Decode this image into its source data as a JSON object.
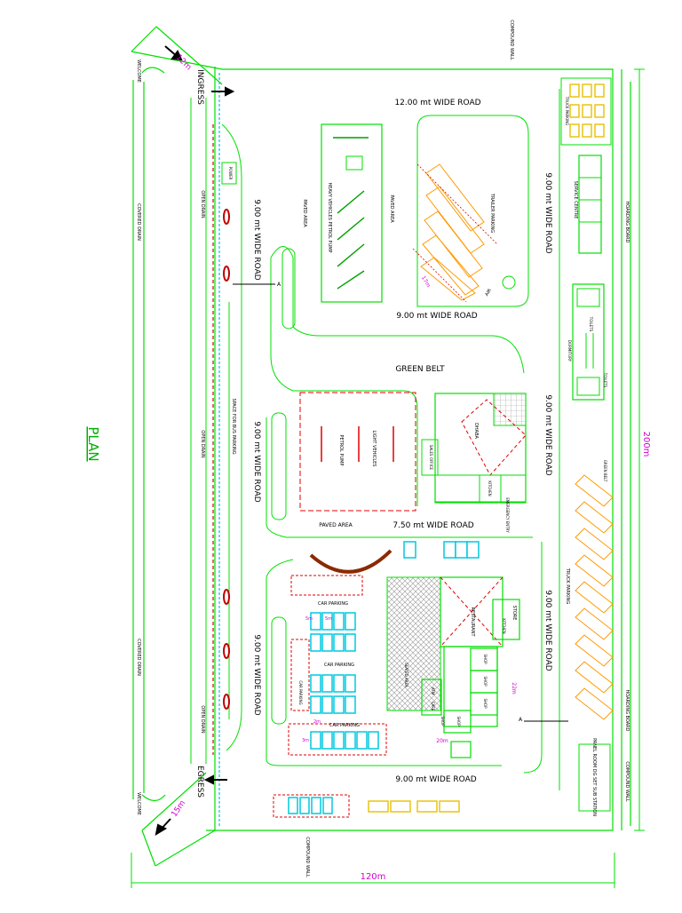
{
  "plan": {
    "title": "PLAN",
    "ingress": "INGRESS",
    "egress": "EGRESS",
    "welcome": "WELCOME",
    "ingress_width": "12m",
    "egress_width": "15m",
    "covered_drain": "COVERED DRAIN",
    "open_drain": "OPEN DRAIN",
    "compound_wall": "COMPOUND WALL",
    "hoarding_board": "HOARDING BOARD",
    "width_total": "120m",
    "length_total": "200m"
  },
  "roads": {
    "top": "12.00 mt  WIDE ROAD",
    "left_upper": "9.00 mt  WIDE ROAD",
    "left_middle": "9.00 mt  WIDE ROAD",
    "left_lower": "9.00 mt  WIDE ROAD",
    "right_upper": "9.00 mt  WIDE ROAD",
    "right_middle": "9.00 mt  WIDE ROAD",
    "right_lower": "9.00 mt  WIDE ROAD",
    "center_upper": "9.00 mt  WIDE ROAD",
    "center_middle": "7.50 mt  WIDE ROAD",
    "bottom": "9.00 mt  WIDE ROAD"
  },
  "zones": {
    "paved_area_a": "PAVED AREA",
    "paved_area_b": "PAVED AREA",
    "paved_area_c": "PAVED AREA",
    "heavy_vehicles": "HEAVY VEHICLES PETROL PUMP",
    "trailer_parking": "TRAILER PARKING",
    "air": "AIR",
    "trailer_dim": "17m",
    "green_belt": "GREEN BELT",
    "green_belt_small": "GREEN BELT",
    "light_vehicles": "LIGHT VEHICLES",
    "petrol_pump": "PETROL PUMP",
    "dhaba": "DHABA",
    "sales_office": "SALES OFFICE",
    "kitchen": "KITCHEN",
    "emergency_entry": "EMERGENCY ENTRY",
    "bus_parking": "SPACE FOR BUS PARKING",
    "power": "POWER",
    "truck_parking_top": "TRUCK PARKING",
    "truck_parking_side": "TRUCK PARKING",
    "service_centre": "SERVICE CENTRE",
    "toilets": "TOILETS",
    "dormitory": "DORMITORY",
    "toilets_b": "TOILETS",
    "car_parking_a": "CAR PARKING",
    "car_parking_b": "CAR PARKING",
    "car_parking_c": "CAR PARKING",
    "car_parking_d": "CAR PARKING",
    "restaurant": "RESTAURANT",
    "store": "STORE",
    "kitchen_b": "KITCHEN",
    "shop_1": "SHOP",
    "shop_2": "SHOP",
    "shop_3": "SHOP",
    "shop_4": "SHOP",
    "shop_5": "SHOP",
    "atm": "ATM",
    "cafe": "CAFE",
    "seated_area": "SEATED AREA",
    "substation": "PANEL ROOM DG SET SUB STATION",
    "dim_5m": "5m",
    "dim_5m_b": "5m",
    "dim_2m": "2m",
    "dim_3m": "3m",
    "dim_22m": "22m",
    "dim_20m": "20m",
    "marker_a": "A",
    "marker_a2": "A"
  },
  "colors": {
    "line": "#00e000",
    "red": "#e00000",
    "orange": "#ff9900",
    "yellow": "#e8c000",
    "cyan": "#00c8e0",
    "magenta": "#d000d0",
    "brown": "#8a2a00",
    "gray": "#9a9a9a"
  }
}
